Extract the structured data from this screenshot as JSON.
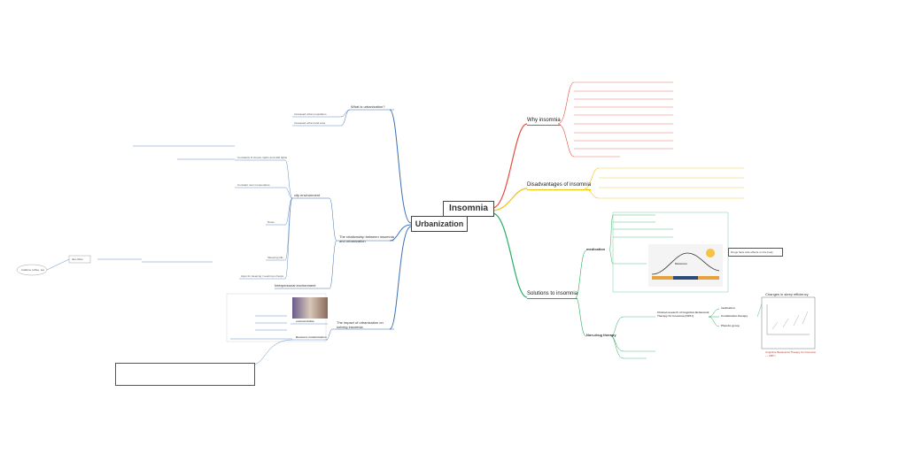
{
  "map": {
    "insomnia": "Insomnia",
    "urbanization": "Urbanization"
  },
  "right": {
    "why": {
      "label": "Why insomnia",
      "items": [
        "",
        "",
        "",
        "",
        "",
        "",
        "",
        "",
        "",
        ""
      ]
    },
    "disadvantages": {
      "label": "Disadvantages of insomnia",
      "items": [
        "",
        "",
        "",
        ""
      ]
    },
    "solutions": {
      "label": "Solutions to insomnia",
      "medication": {
        "label": "medication",
        "items": [
          "",
          "",
          "",
          "",
          ""
        ],
        "note": "Drugs have side effects on the body",
        "figure_label": "Melatonin"
      },
      "nondrug": {
        "label": "Non-drug therapy",
        "sub": "",
        "cbt": "Clinical research of Cognitive Behavioral Therapy for Insomnia (CBT-I)",
        "branches": [
          "medication",
          "Combination therapy",
          "Placebo group"
        ],
        "chart_title": "Changes in sleep efficiency",
        "chart_red": "Cognitive Behavioral Therapy for Insomnia — CBT-I",
        "other": [
          "",
          ""
        ]
      }
    }
  },
  "left": {
    "what": {
      "label": "What is urbanization?",
      "items": [
        "Increased urban population",
        "Increased urban land area"
      ]
    },
    "relationship": {
      "label": "The relationship between insomnia and urbanization",
      "city": {
        "label": "city environment",
        "items": [
          "Constantly lit streets, lights and LED lights",
          "Constant room temperature",
          "Noise",
          "Sleeping pills",
          "Apps for sleeping / Learning of apps"
        ]
      },
      "interpersonal": {
        "label": "Interpersonal environment"
      }
    },
    "impact": {
      "label": "The impact of urbanization on solving insomnia",
      "commercial": "commercialize",
      "business": "Business modernization",
      "items": [
        "",
        "",
        ""
      ]
    },
    "bottom_note": "",
    "caffeine": "Caffeine coffee, tea",
    "diet_office": "diet office"
  }
}
